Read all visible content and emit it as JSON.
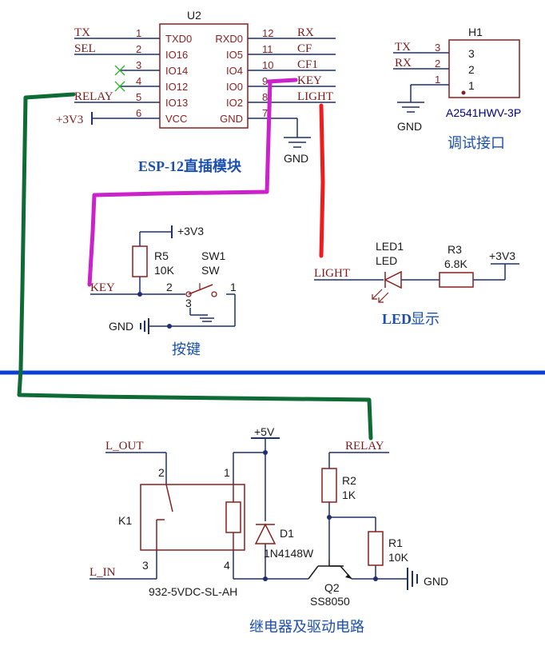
{
  "u2": {
    "ref": "U2",
    "title": "ESP-12直插模块",
    "left_pins": [
      {
        "num": "1",
        "name": "TXD0",
        "net": "TX"
      },
      {
        "num": "2",
        "name": "IO16",
        "net": "SEL"
      },
      {
        "num": "3",
        "name": "IO14",
        "net": ""
      },
      {
        "num": "4",
        "name": "IO12",
        "net": ""
      },
      {
        "num": "5",
        "name": "IO13",
        "net": "RELAY"
      },
      {
        "num": "6",
        "name": "VCC",
        "net": "+3V3"
      }
    ],
    "right_pins": [
      {
        "num": "12",
        "name": "RXD0",
        "net": "RX"
      },
      {
        "num": "11",
        "name": "IO5",
        "net": "CF"
      },
      {
        "num": "10",
        "name": "IO4",
        "net": "CF1"
      },
      {
        "num": "9",
        "name": "IO0",
        "net": "KEY"
      },
      {
        "num": "8",
        "name": "IO2",
        "net": "LIGHT"
      },
      {
        "num": "7",
        "name": "GND",
        "net": ""
      }
    ],
    "gnd_label": "GND"
  },
  "h1": {
    "ref": "H1",
    "part": "A2541HWV-3P",
    "title": "调试接口",
    "pins": [
      {
        "num": "3",
        "label": "3",
        "net": "TX"
      },
      {
        "num": "2",
        "label": "2",
        "net": "RX"
      },
      {
        "num": "1",
        "label": "1",
        "net": ""
      }
    ],
    "gnd_label": "GND"
  },
  "button": {
    "r5_ref": "R5",
    "r5_val": "10K",
    "sw_ref": "SW1",
    "sw_val": "SW",
    "vcc": "+3V3",
    "net": "KEY",
    "pin1": "1",
    "pin2": "2",
    "pin3": "3",
    "gnd_label": "GND",
    "title": "按键"
  },
  "led": {
    "net": "LIGHT",
    "led_ref": "LED1",
    "led_val": "LED",
    "r3_ref": "R3",
    "r3_val": "6.8K",
    "vcc": "+3V3",
    "title_bold": "LED",
    "title_rest": "显示"
  },
  "relay": {
    "l_out": "L_OUT",
    "l_in": "L_IN",
    "k1_ref": "K1",
    "k1_part": "932-5VDC-SL-AH",
    "pin1": "1",
    "pin2": "2",
    "pin3": "3",
    "pin4": "4",
    "vcc": "+5V",
    "d1_ref": "D1",
    "d1_val": "1N4148W",
    "net": "RELAY",
    "r2_ref": "R2",
    "r2_val": "1K",
    "r1_ref": "R1",
    "r1_val": "10K",
    "q2_ref": "Q2",
    "q2_val": "SS8050",
    "gnd_label": "GND",
    "title": "继电器及驱动电路"
  },
  "colors": {
    "wire": "#1f2f6f",
    "part": "#8a1f1f",
    "divider": "#0a3fd6",
    "green": "#0f6b35",
    "magenta": "#cc22cc",
    "red": "#ee1c1c"
  }
}
